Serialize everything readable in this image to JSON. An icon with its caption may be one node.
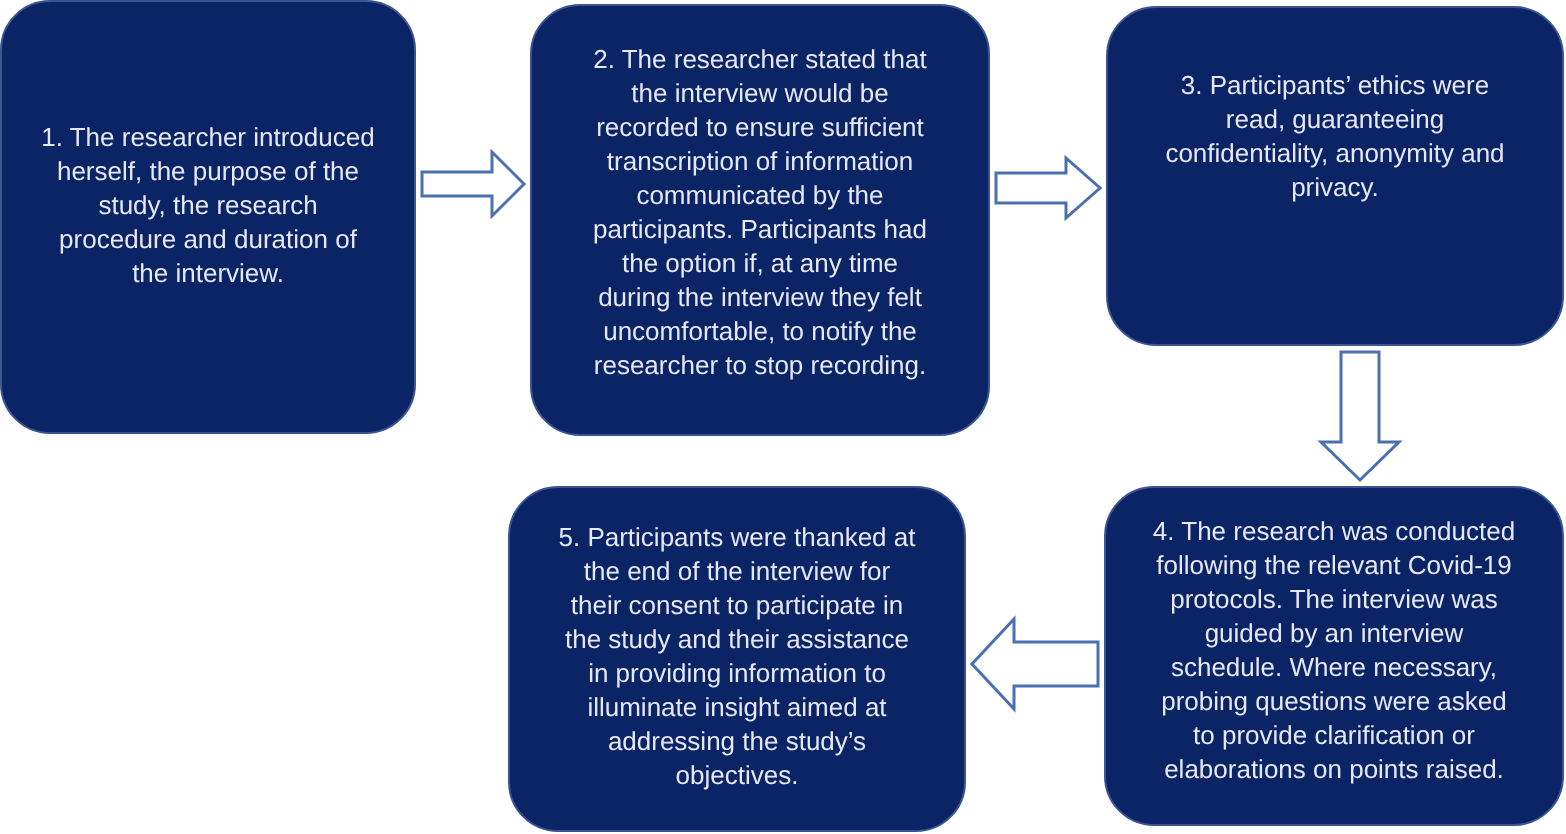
{
  "diagram": {
    "nodes": [
      {
        "text": [
          "1. The researcher introduced herself, the purpose of the study, the research procedure and duration of the interview."
        ]
      },
      {
        "text": [
          "2. The researcher stated that the interview would be recorded to ensure sufficient transcription of information communicated by the participants. Participants had the option if, at any time during the interview they felt uncomfortable, to notify the researcher to stop recording."
        ]
      },
      {
        "text": [
          "3. Participants’ ethics were read, guaranteeing confidentiality, anonymity and privacy."
        ]
      },
      {
        "text": [
          "4. The research was conducted following the relevant Covid-19 protocols. The interview was guided by an interview schedule. Where necessary, probing questions were asked to provide clarification or elaborations on points raised."
        ]
      },
      {
        "text": [
          "5. Participants were thanked at the end of the interview for their consent to participate in the study and their assistance in providing information to illuminate insight aimed at addressing the study’s objectives."
        ]
      }
    ],
    "edges": [
      {
        "from": 0,
        "to": 1,
        "arrow": "to"
      },
      {
        "from": 1,
        "to": 2,
        "arrow": "to"
      },
      {
        "from": 2,
        "to": 3,
        "arrow": "to"
      },
      {
        "from": 3,
        "to": 4,
        "arrow": "to"
      }
    ]
  }
}
